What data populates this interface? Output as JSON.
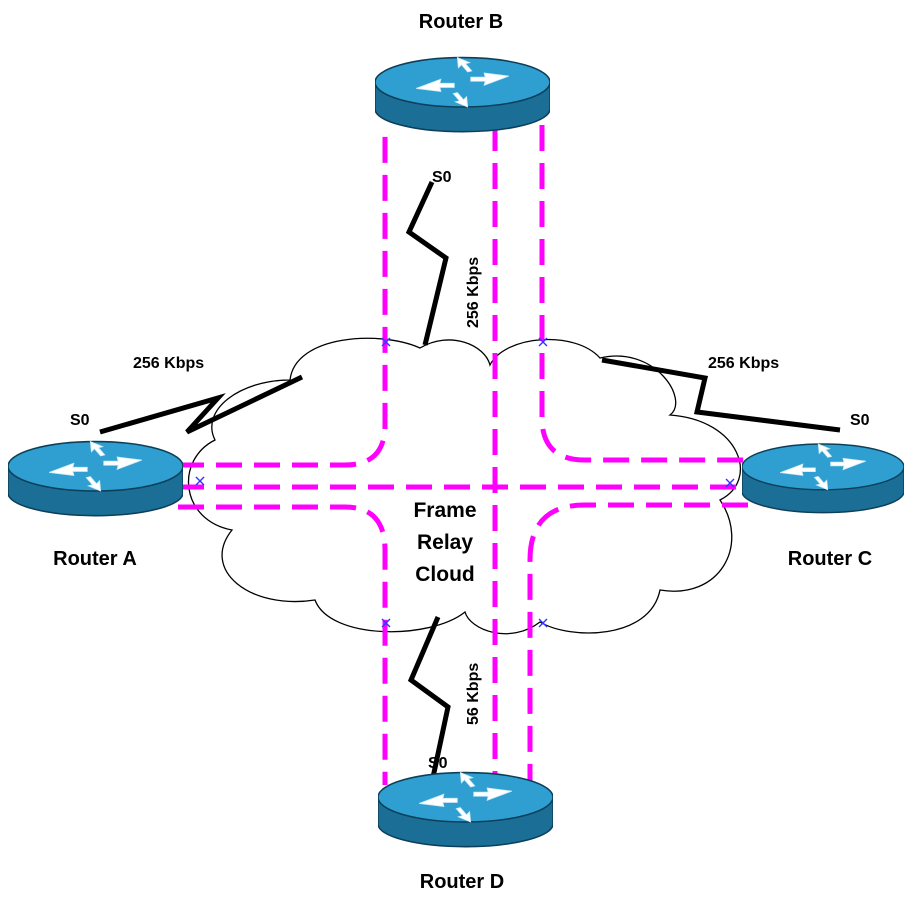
{
  "cloud": {
    "label_line1": "Frame",
    "label_line2": "Relay",
    "label_line3": "Cloud"
  },
  "routers": {
    "a": {
      "name": "Router A",
      "interface": "S0",
      "link_speed": "256 Kbps"
    },
    "b": {
      "name": "Router B",
      "interface": "S0",
      "link_speed": "256 Kbps"
    },
    "c": {
      "name": "Router C",
      "interface": "S0",
      "link_speed": "256 Kbps"
    },
    "d": {
      "name": "Router D",
      "interface": "S0",
      "link_speed": "56 Kbps"
    }
  },
  "colors": {
    "pvc": "#ff00ff",
    "router_top": "#2e9fd0",
    "router_side": "#1b6f97",
    "serial_link": "#000000",
    "cloud_outline": "#000000",
    "marker": "#3333ff"
  },
  "icons": {
    "router": "router-icon",
    "cloud": "cloud-icon",
    "serial_link": "lightning-bolt-icon"
  }
}
